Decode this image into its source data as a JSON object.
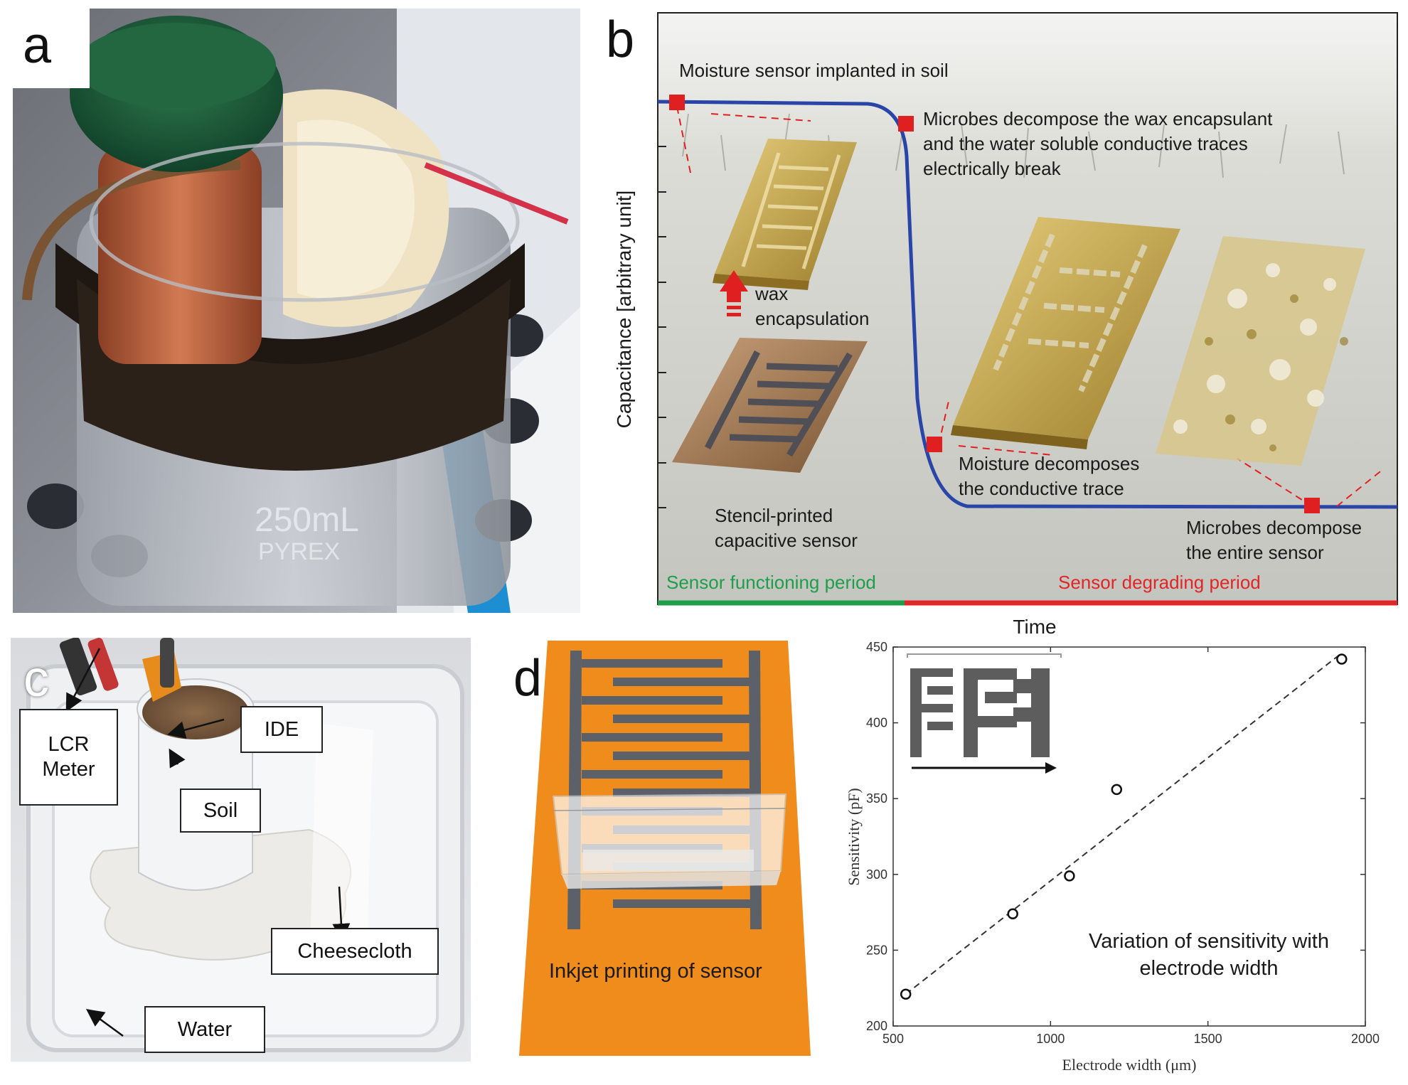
{
  "panels": {
    "a": {
      "label": "a",
      "beaker_text_1": "250mL",
      "beaker_text_2": "PYREX"
    },
    "b": {
      "label": "b",
      "ylabel": "Capacitance [arbitrary unit]",
      "xlabel": "Time",
      "annotations": {
        "implanted": "Moisture sensor implanted in soil",
        "microbes_wax_1": "Microbes decompose the wax encapsulant",
        "microbes_wax_2": "and the water soluble conductive traces",
        "microbes_wax_3": "electrically break",
        "wax_1": "wax",
        "wax_2": "encapsulation",
        "stencil_1": "Stencil-printed",
        "stencil_2": "capacitive sensor",
        "moisture_1": "Moisture decomposes",
        "moisture_2": "the conductive trace",
        "entire_1": "Microbes decompose",
        "entire_2": "the entire sensor"
      },
      "periods": {
        "functioning": "Sensor functioning period",
        "degrading": "Sensor degrading period"
      },
      "colors": {
        "curve": "#2a45a8",
        "marker": "#e02020",
        "functioning": "#1e9e4a",
        "degrading": "#e02626"
      }
    },
    "c": {
      "label": "c",
      "callouts": {
        "lcr_1": "LCR",
        "lcr_2": "Meter",
        "ide": "IDE",
        "soil": "Soil",
        "cheesecloth": "Cheesecloth",
        "water": "Water"
      }
    },
    "d": {
      "label": "d",
      "caption": "Inkjet printing of sensor",
      "sensor_color": "#f08c1c"
    }
  },
  "chart_data": {
    "type": "scatter",
    "title": "",
    "xlabel": "Electrode width (μm)",
    "ylabel": "Sensitivity (pF)",
    "xlim": [
      500,
      2000
    ],
    "ylim": [
      200,
      450
    ],
    "xticks": [
      "500",
      "1000",
      "1500",
      "2000"
    ],
    "yticks": [
      "200",
      "250",
      "300",
      "350",
      "400",
      "450"
    ],
    "points": [
      {
        "x": 540,
        "y": 221
      },
      {
        "x": 880,
        "y": 274
      },
      {
        "x": 1060,
        "y": 299
      },
      {
        "x": 1210,
        "y": 356
      },
      {
        "x": 1925,
        "y": 442
      }
    ],
    "fit": {
      "x": [
        540,
        1925
      ],
      "y": [
        221,
        446
      ]
    },
    "annotation_1": "Variation of sensitivity with",
    "annotation_2": "electrode width"
  }
}
